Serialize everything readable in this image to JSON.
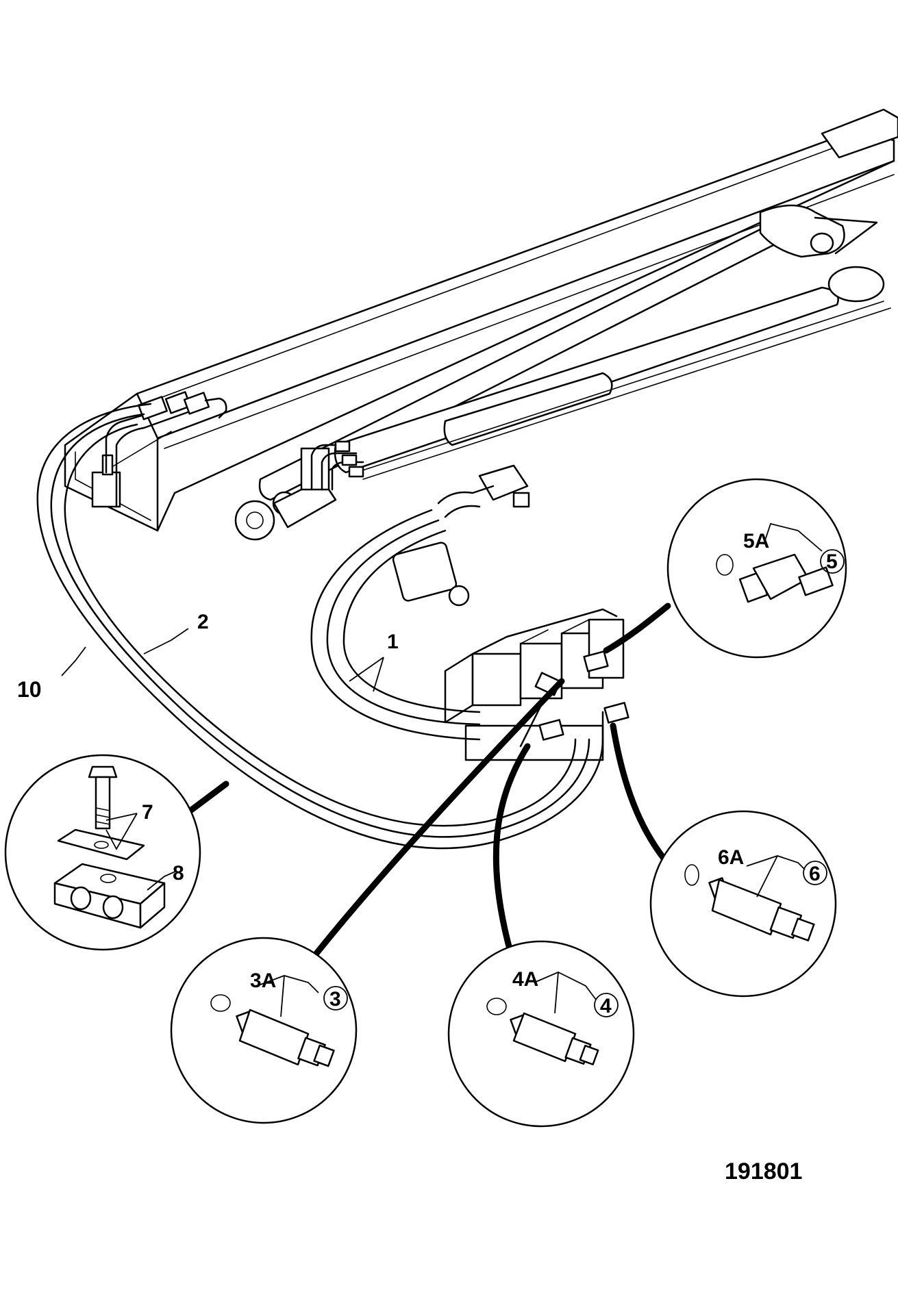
{
  "labels": {
    "l1": "1",
    "l2": "2",
    "l10": "10",
    "l3": "3",
    "l3a": "3A",
    "l4": "4",
    "l4a": "4A",
    "l5": "5",
    "l5a": "5A",
    "l6": "6",
    "l6a": "6A",
    "l7": "7",
    "l8": "8"
  },
  "figure_code": "191801"
}
